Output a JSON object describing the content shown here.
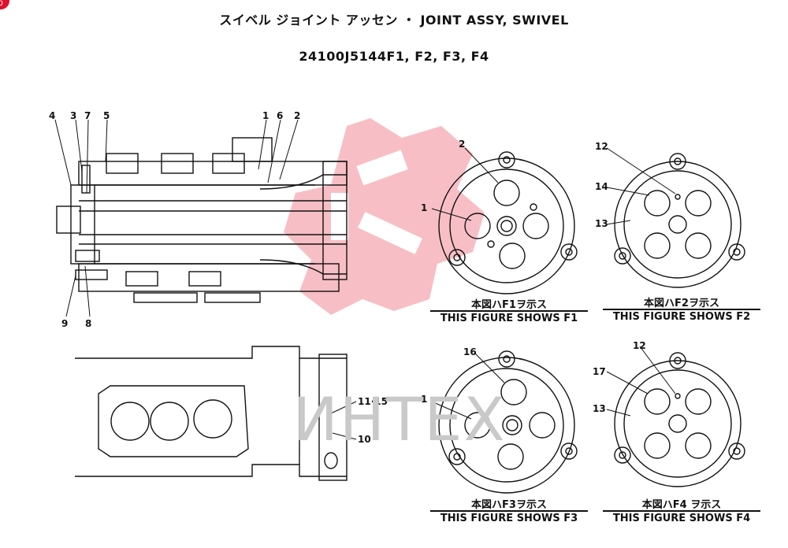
{
  "header": {
    "title": "スイベル ジョイント アッセン ・ JOINT ASSY, SWIVEL",
    "part_number": "24100J5144F1, F2, F3, F4"
  },
  "watermark": {
    "text": "ИНТЕХ",
    "color": "#e0112b"
  },
  "badge": {
    "text": "0"
  },
  "callouts": {
    "side": [
      "4",
      "3",
      "7",
      "5",
      "1",
      "6",
      "2",
      "9",
      "8"
    ],
    "bottom": [
      "11·15",
      "10"
    ],
    "f1": [
      "2",
      "1"
    ],
    "f2": [
      "12",
      "14",
      "13"
    ],
    "f3": [
      "16",
      "1"
    ],
    "f4": [
      "12",
      "17",
      "13"
    ]
  },
  "figures": [
    {
      "jp": "本図ハF1ヲ示ス",
      "en": "THIS FIGURE SHOWS F1"
    },
    {
      "jp": "本図ハF2ヲ示ス",
      "en": "THIS FIGURE SHOWS  F2"
    },
    {
      "jp": "本図ハF3ヲ示ス",
      "en": "THIS FIGURE SHOWS  F3"
    },
    {
      "jp": "本図ハF4 ヲ示ス",
      "en": "THIS FIGURE SHOWS  F4"
    }
  ]
}
